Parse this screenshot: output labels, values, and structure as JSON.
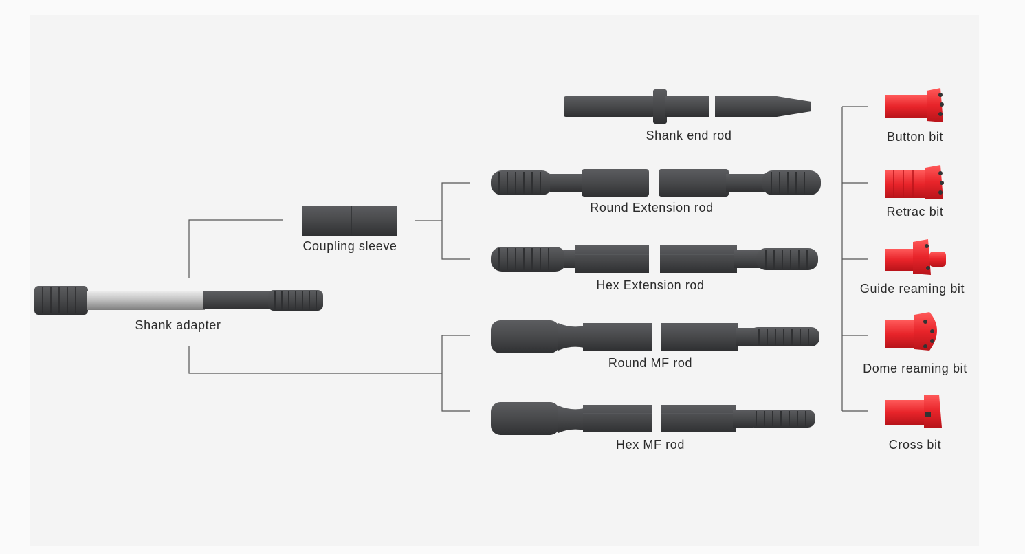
{
  "colors": {
    "background": "#f4f4f4",
    "steel": "#4a4b4d",
    "steel_dark": "#3a3b3d",
    "chrome": "#c9c9c9",
    "bit_red": "#e8242a",
    "line": "#555555"
  },
  "labels": {
    "shank_adapter": "Shank adapter",
    "coupling_sleeve": "Coupling sleeve",
    "shank_end_rod": "Shank end rod",
    "round_extension_rod": "Round Extension rod",
    "hex_extension_rod": "Hex Extension rod",
    "round_mf_rod": "Round MF rod",
    "hex_mf_rod": "Hex MF rod",
    "button_bit": "Button bit",
    "retrac_bit": "Retrac bit",
    "guide_reaming_bit": "Guide reaming bit",
    "dome_reaming_bit": "Dome reaming bit",
    "cross_bit": "Cross bit"
  }
}
